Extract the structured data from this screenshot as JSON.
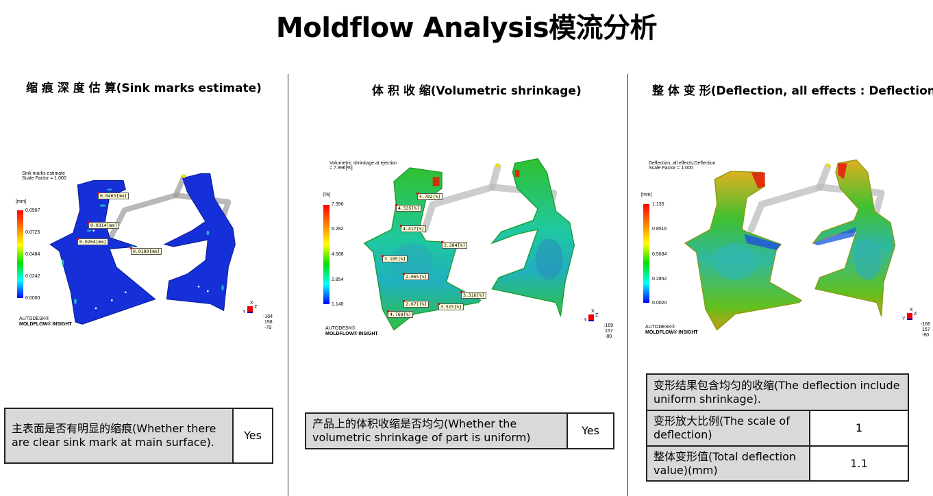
{
  "title": "Moldflow Analysis模流分析",
  "panels": [
    {
      "heading": "缩 痕 深 度 估 算(Sink marks estimate)",
      "viz": {
        "result_name": "Sink marks estimate",
        "result_sub": "Scale Factor = 1.000",
        "unit": "[mm]",
        "legend": [
          "0.0967",
          "0.0725",
          "0.0484",
          "0.0242",
          "0.0000"
        ],
        "callouts": [
          "0.0465[mm]",
          "0.0314[mm]",
          "0.0204[mm]",
          "0.0180[mm]"
        ],
        "brand_top": "AUTODESK®",
        "brand_bottom": "MOLDFLOW® INSIGHT",
        "view_coords": [
          "-164",
          "158",
          "-79"
        ],
        "axes": [
          "X",
          "Y",
          "Z"
        ]
      },
      "table": [
        {
          "question": "主表面是否有明显的缩痕(Whether there are  clear sink mark at main surface).",
          "answer": "Yes"
        }
      ]
    },
    {
      "heading": "体 积 收 缩(Volumetric shrinkage)",
      "viz": {
        "result_name": "Volumetric shrinkage at ejection",
        "result_sub": "= 7.996[%]",
        "unit": "[%]",
        "legend": [
          "7.996",
          "6.282",
          "4.568",
          "2.854",
          "1.140"
        ],
        "callouts": [
          "4.702[%]",
          "4.535[%]",
          "4.417[%]",
          "2.284[%]",
          "3.185[%]",
          "2.065[%]",
          "3.316[%]",
          "2.671[%]",
          "3.515[%]",
          "4.768[%]"
        ],
        "brand_top": "AUTODESK®",
        "brand_bottom": "MOLDFLOW® INSIGHT",
        "view_coords": [
          "-169",
          "157",
          "-80"
        ],
        "axes": [
          "X",
          "Y",
          "Z"
        ]
      },
      "table": [
        {
          "question": "产品上的体积收缩是否均匀(Whether the volumetric shrinkage of part is uniform)",
          "answer": "Yes"
        }
      ]
    },
    {
      "heading": "整 体 变 形(Deflection, all effects : Deflection)",
      "viz": {
        "result_name": "Deflection, all effects:Deflection",
        "result_sub": "Scale Factor = 1.000",
        "unit": "[mm]",
        "legend": [
          "1.135",
          "0.8516",
          "0.5684",
          "0.2852",
          "0.0020"
        ],
        "brand_top": "AUTODESK®",
        "brand_bottom": "MOLDFLOW® INSIGHT",
        "view_coords": [
          "-166",
          "157",
          "-80"
        ],
        "axes": [
          "X",
          "Y",
          "Z"
        ]
      },
      "table_header": "变形结果包含均匀的收缩(The deflection include uniform shrinkage).",
      "table": [
        {
          "question": "变形放大比例(The scale of deflection)",
          "answer": "1"
        },
        {
          "question": "整体变形值(Total deflection value)(mm)",
          "answer": "1.1"
        }
      ]
    }
  ],
  "colors": {
    "sink_part": "#1530d8",
    "table_question_bg": "#d9d9d9"
  }
}
